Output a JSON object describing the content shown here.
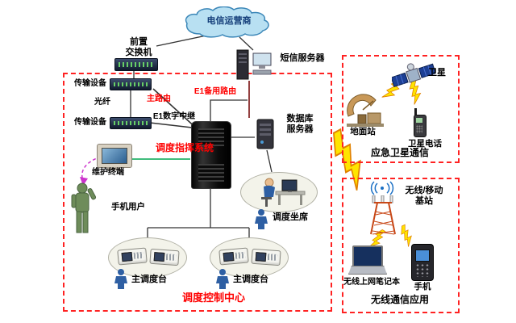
{
  "nodes": {
    "telecom_operator": "电信运营商",
    "front_switch": "前置\n交换机",
    "sms_server": "短信服务器",
    "transmission_1": "传输设备",
    "fiber": "光纤",
    "transmission_2": "传输设备",
    "main_route": "主路由",
    "e1_backup_route": "E1备用路由",
    "e1_digital_trunk": "E1数字中继",
    "dispatch_command_system": "调度指挥系统",
    "database_server": "数据库\n服务器",
    "maintenance_terminal": "维护终端",
    "mobile_user": "手机用户",
    "dispatcher_seat": "调度坐席",
    "main_console_1": "主调度台",
    "main_console_2": "主调度台",
    "control_center_title": "调度控制中心",
    "satellite": "卫星",
    "ground_station": "地面站",
    "satellite_phone": "卫星电话",
    "satellite_box_title": "应急卫星通信",
    "base_station": "无线/移动\n基站",
    "wireless_laptop": "无线上网笔记本",
    "mobile_phone": "手机",
    "wireless_box_title": "无线通信应用"
  },
  "colors": {
    "box_border": "#ff2222",
    "route_label_red": "#ff0000",
    "lightning_yellow": "#ffe400",
    "cloud_fill": "#b8e0f2",
    "fiber_link_green": "#00a550",
    "wireless_dashed_magenta": "#cc33cc"
  }
}
